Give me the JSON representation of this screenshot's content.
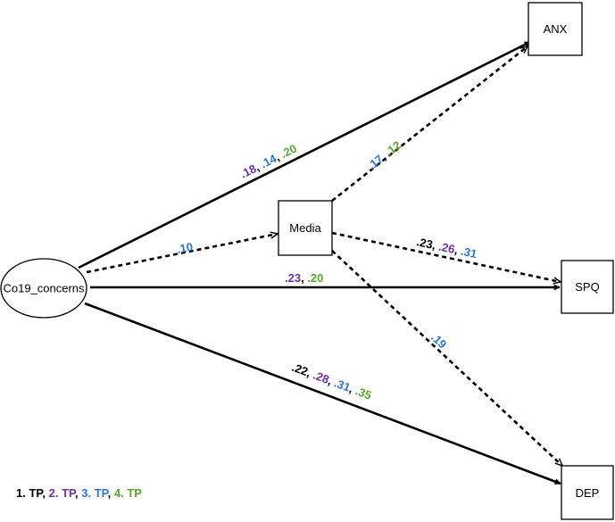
{
  "colors": {
    "tp1": "#000000",
    "tp2": "#7030a0",
    "tp3": "#2e75c8",
    "tp4": "#5aa532",
    "line": "#000000"
  },
  "nodes": {
    "co19": "Co19_concerns",
    "media": "Media",
    "anx": "ANX",
    "spq": "SPQ",
    "dep": "DEP"
  },
  "paths": {
    "co19_anx": {
      "sep": ", ",
      "parts": [
        ".18",
        ".14",
        ".20"
      ]
    },
    "co19_media": {
      "parts": [
        ".10"
      ]
    },
    "media_anx": {
      "sep": ", ",
      "parts": [
        ".17",
        ".12"
      ]
    },
    "media_spq": {
      "sep": ", ",
      "parts": [
        ".23",
        ".26",
        ".31"
      ]
    },
    "co19_spq": {
      "sep": ", ",
      "parts": [
        ".23",
        ".20"
      ]
    },
    "media_dep": {
      "parts": [
        ".19"
      ]
    },
    "co19_dep": {
      "sep": ", ",
      "parts": [
        ".22",
        ".28",
        ".31",
        ".35"
      ]
    }
  },
  "legend": {
    "sep": ", ",
    "items": [
      "1. TP",
      "2. TP",
      "3. TP",
      "4. TP"
    ]
  }
}
